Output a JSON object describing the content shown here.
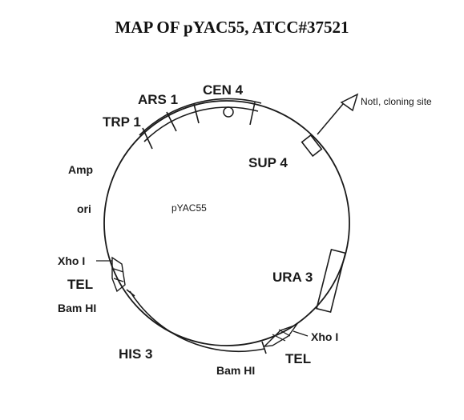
{
  "title": "MAP OF pYAC55, ATCC#37521",
  "plasmid_name": "pYAC55",
  "labels": {
    "trp1": "TRP 1",
    "ars1": "ARS 1",
    "cen4": "CEN 4",
    "notl": "NotI, cloning site",
    "sup4": "SUP 4",
    "amp": "Amp",
    "ori": "ori",
    "xho_left": "Xho I",
    "tel_left": "TEL",
    "bamhi_left": "Bam HI",
    "ura3": "URA 3",
    "xho_right": "Xho I",
    "tel_right": "TEL",
    "his3": "HIS 3",
    "bamhi_bottom": "Bam HI"
  },
  "colors": {
    "ink": "#1a1a1a",
    "background": "#ffffff"
  }
}
